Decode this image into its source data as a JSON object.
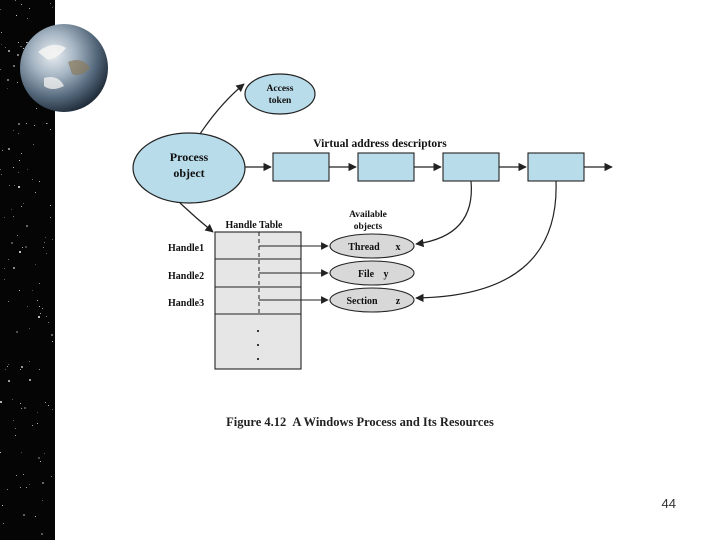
{
  "diagram": {
    "access_token": [
      "Access",
      "token"
    ],
    "process_object": [
      "Process",
      "object"
    ],
    "vad_title": "Virtual address descriptors",
    "handle_table_title": "Handle Table",
    "available_objects": [
      "Available",
      "objects"
    ],
    "handles": [
      "Handle1",
      "Handle2",
      "Handle3"
    ],
    "objects": [
      {
        "name": "Thread",
        "var": "x"
      },
      {
        "name": "File",
        "var": "y"
      },
      {
        "name": "Section",
        "var": "z"
      }
    ],
    "ellipsis": ".",
    "colors": {
      "node_fill": "#b8dcea",
      "vad_fill": "#b8dcea",
      "object_fill": "#d8d8d8",
      "table_fill": "#e6e6e6"
    }
  },
  "caption": {
    "prefix": "Figure 4.12",
    "title": "A Windows Process and Its Resources"
  },
  "page_number": "44"
}
